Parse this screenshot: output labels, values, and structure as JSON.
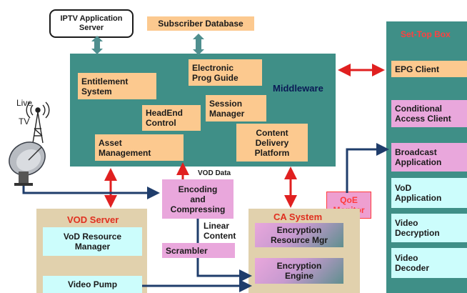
{
  "iptv_server": "IPTV Application\nServer",
  "subscriber_db": "Subscriber Database",
  "middleware": {
    "title": "Middleware",
    "entitlement": "Entitlement\nSystem",
    "epg": "Electronic\nProg Guide",
    "session": "Session\nManager",
    "headend": "HeadEnd\nControl",
    "asset": "Asset\nManagement",
    "content_delivery": "Content\nDelivery\nPlatform"
  },
  "live_tv": {
    "live": "Live",
    "tv": "TV"
  },
  "vod_data": "VOD Data",
  "encoding": "Encoding\nand\nCompressing",
  "linear_content": "Linear\nContent",
  "scrambler": "Scrambler",
  "qoe_monitor": "QoE\nMonitor",
  "vod_server": {
    "title": "VOD Server",
    "resource_manager": "VoD Resource\nManager",
    "video_pump": "Video Pump"
  },
  "ca_system": {
    "title": "CA System",
    "encryption_resource": "Encryption\nResource Mgr",
    "encryption_engine": "Encryption\nEngine"
  },
  "set_top_box": {
    "title": "Set-Top Box",
    "epg_client": "EPG Client",
    "conditional_access": "Conditional\nAccess Client",
    "broadcast": "Broadcast\nApplication",
    "vod_app": "VoD\nApplication",
    "video_decryption": "Video\nDecryption",
    "video_decoder": "Video\nDecoder"
  },
  "colors": {
    "teal": "#3f8f87",
    "orange_box": "#fcc98f",
    "pink_box": "#e9a7dc",
    "cyan_box": "#ccfdfc",
    "tan_panel": "#e1d1ad",
    "red_arrow": "#e02020",
    "navy_line": "#1f3d6b",
    "red_title": "#e03020"
  },
  "icons": [
    "satellite-dish-icon",
    "antenna-tower-icon"
  ]
}
